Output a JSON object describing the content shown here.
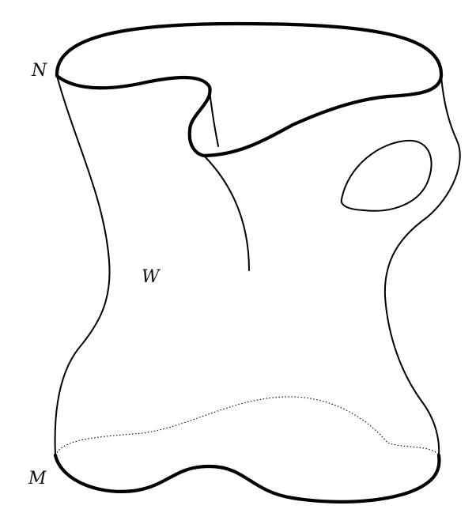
{
  "labels": {
    "top_boundary": "N",
    "bottom_boundary": "M",
    "cobordism": "W"
  },
  "colors": {
    "stroke": "#000000",
    "background": "#ffffff"
  }
}
